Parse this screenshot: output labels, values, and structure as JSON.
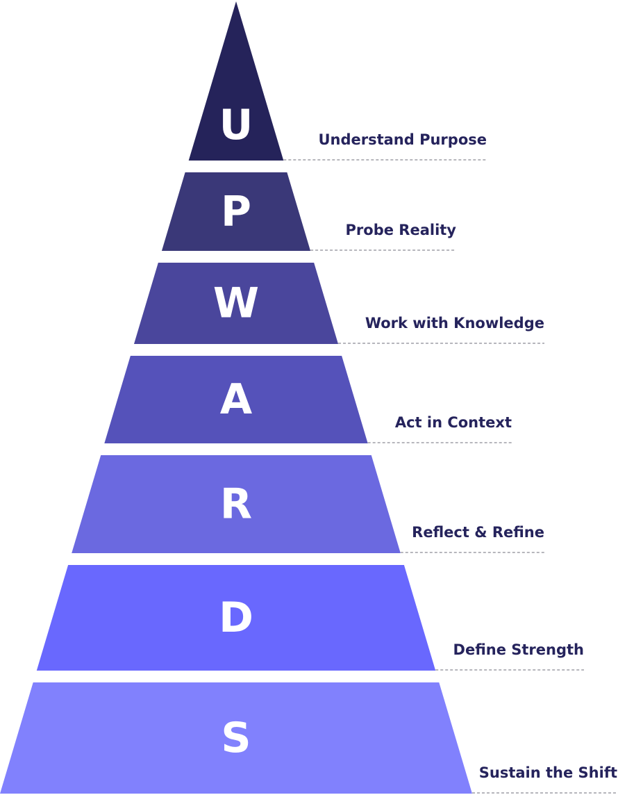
{
  "diagram": {
    "title": "UPWARDS",
    "type": "pyramid",
    "label_color": "#25235c",
    "leader_color": "#8a8a95",
    "tiers": [
      {
        "letter": "U",
        "label": "Understand Purpose",
        "color": "#25235a"
      },
      {
        "letter": "P",
        "label": "Probe Reality",
        "color": "#3a3878"
      },
      {
        "letter": "W",
        "label": "Work with Knowledge",
        "color": "#4a469c"
      },
      {
        "letter": "A",
        "label": "Act in Context",
        "color": "#5552ba"
      },
      {
        "letter": "R",
        "label": "Reflect & Refine",
        "color": "#6b69e0"
      },
      {
        "letter": "D",
        "label": "Define Strength",
        "color": "#6968fe"
      },
      {
        "letter": "S",
        "label": "Sustain the Shift",
        "color": "#8181fd"
      }
    ]
  }
}
